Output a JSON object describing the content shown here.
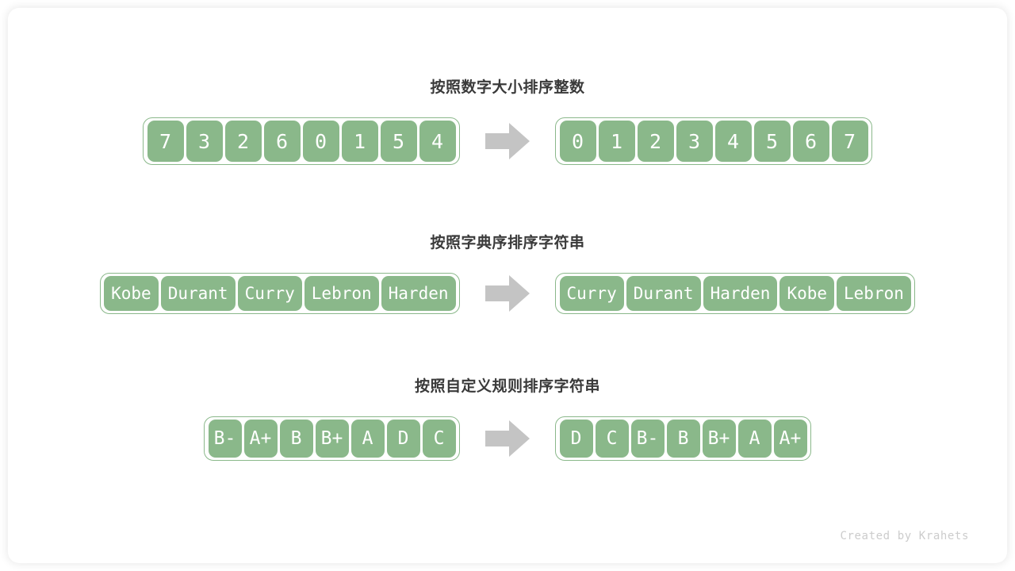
{
  "credit": "Created by Krahets",
  "colors": {
    "cell_fill": "#8ab88a",
    "cell_text": "#ffffff",
    "border": "#8ab88a",
    "arrow": "#c4c4c4",
    "title": "#3a3a3a",
    "credit": "#cccccc",
    "card_bg": "#ffffff"
  },
  "sections": [
    {
      "title": "按照数字大小排序整数",
      "kind": "num",
      "input": [
        "7",
        "3",
        "2",
        "6",
        "0",
        "1",
        "5",
        "4"
      ],
      "output": [
        "0",
        "1",
        "2",
        "3",
        "4",
        "5",
        "6",
        "7"
      ],
      "arrow": "right-arrow-icon"
    },
    {
      "title": "按照字典序排序字符串",
      "kind": "word",
      "input": [
        "Kobe",
        "Durant",
        "Curry",
        "Lebron",
        "Harden"
      ],
      "output": [
        "Curry",
        "Durant",
        "Harden",
        "Kobe",
        "Lebron"
      ],
      "arrow": "right-arrow-icon"
    },
    {
      "title": "按照自定义规则排序字符串",
      "kind": "grade",
      "input": [
        "B-",
        "A+",
        "B",
        "B+",
        "A",
        "D",
        "C"
      ],
      "output": [
        "D",
        "C",
        "B-",
        "B",
        "B+",
        "A",
        "A+"
      ],
      "arrow": "right-arrow-icon"
    }
  ]
}
